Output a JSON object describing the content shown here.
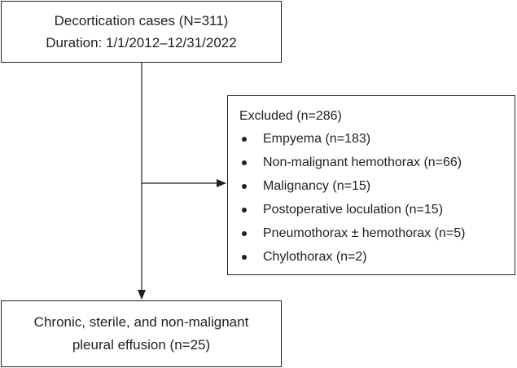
{
  "top_box": {
    "line1": "Decortication cases (N=311)",
    "line2": "Duration: 1/1/2012–12/31/2022"
  },
  "excluded_box": {
    "heading": "Excluded (n=286)",
    "items": [
      "Empyema (n=183)",
      "Non-malignant hemothorax (n=66)",
      "Malignancy (n=15)",
      "Postoperative loculation (n=15)",
      "Pneumothorax ± hemothorax (n=5)",
      "Chylothorax (n=2)"
    ]
  },
  "bottom_box": {
    "line1": "Chronic, sterile, and non-malignant",
    "line2": "pleural effusion (n=25)"
  },
  "colors": {
    "ink": "#231f20",
    "background": "#ffffff"
  }
}
